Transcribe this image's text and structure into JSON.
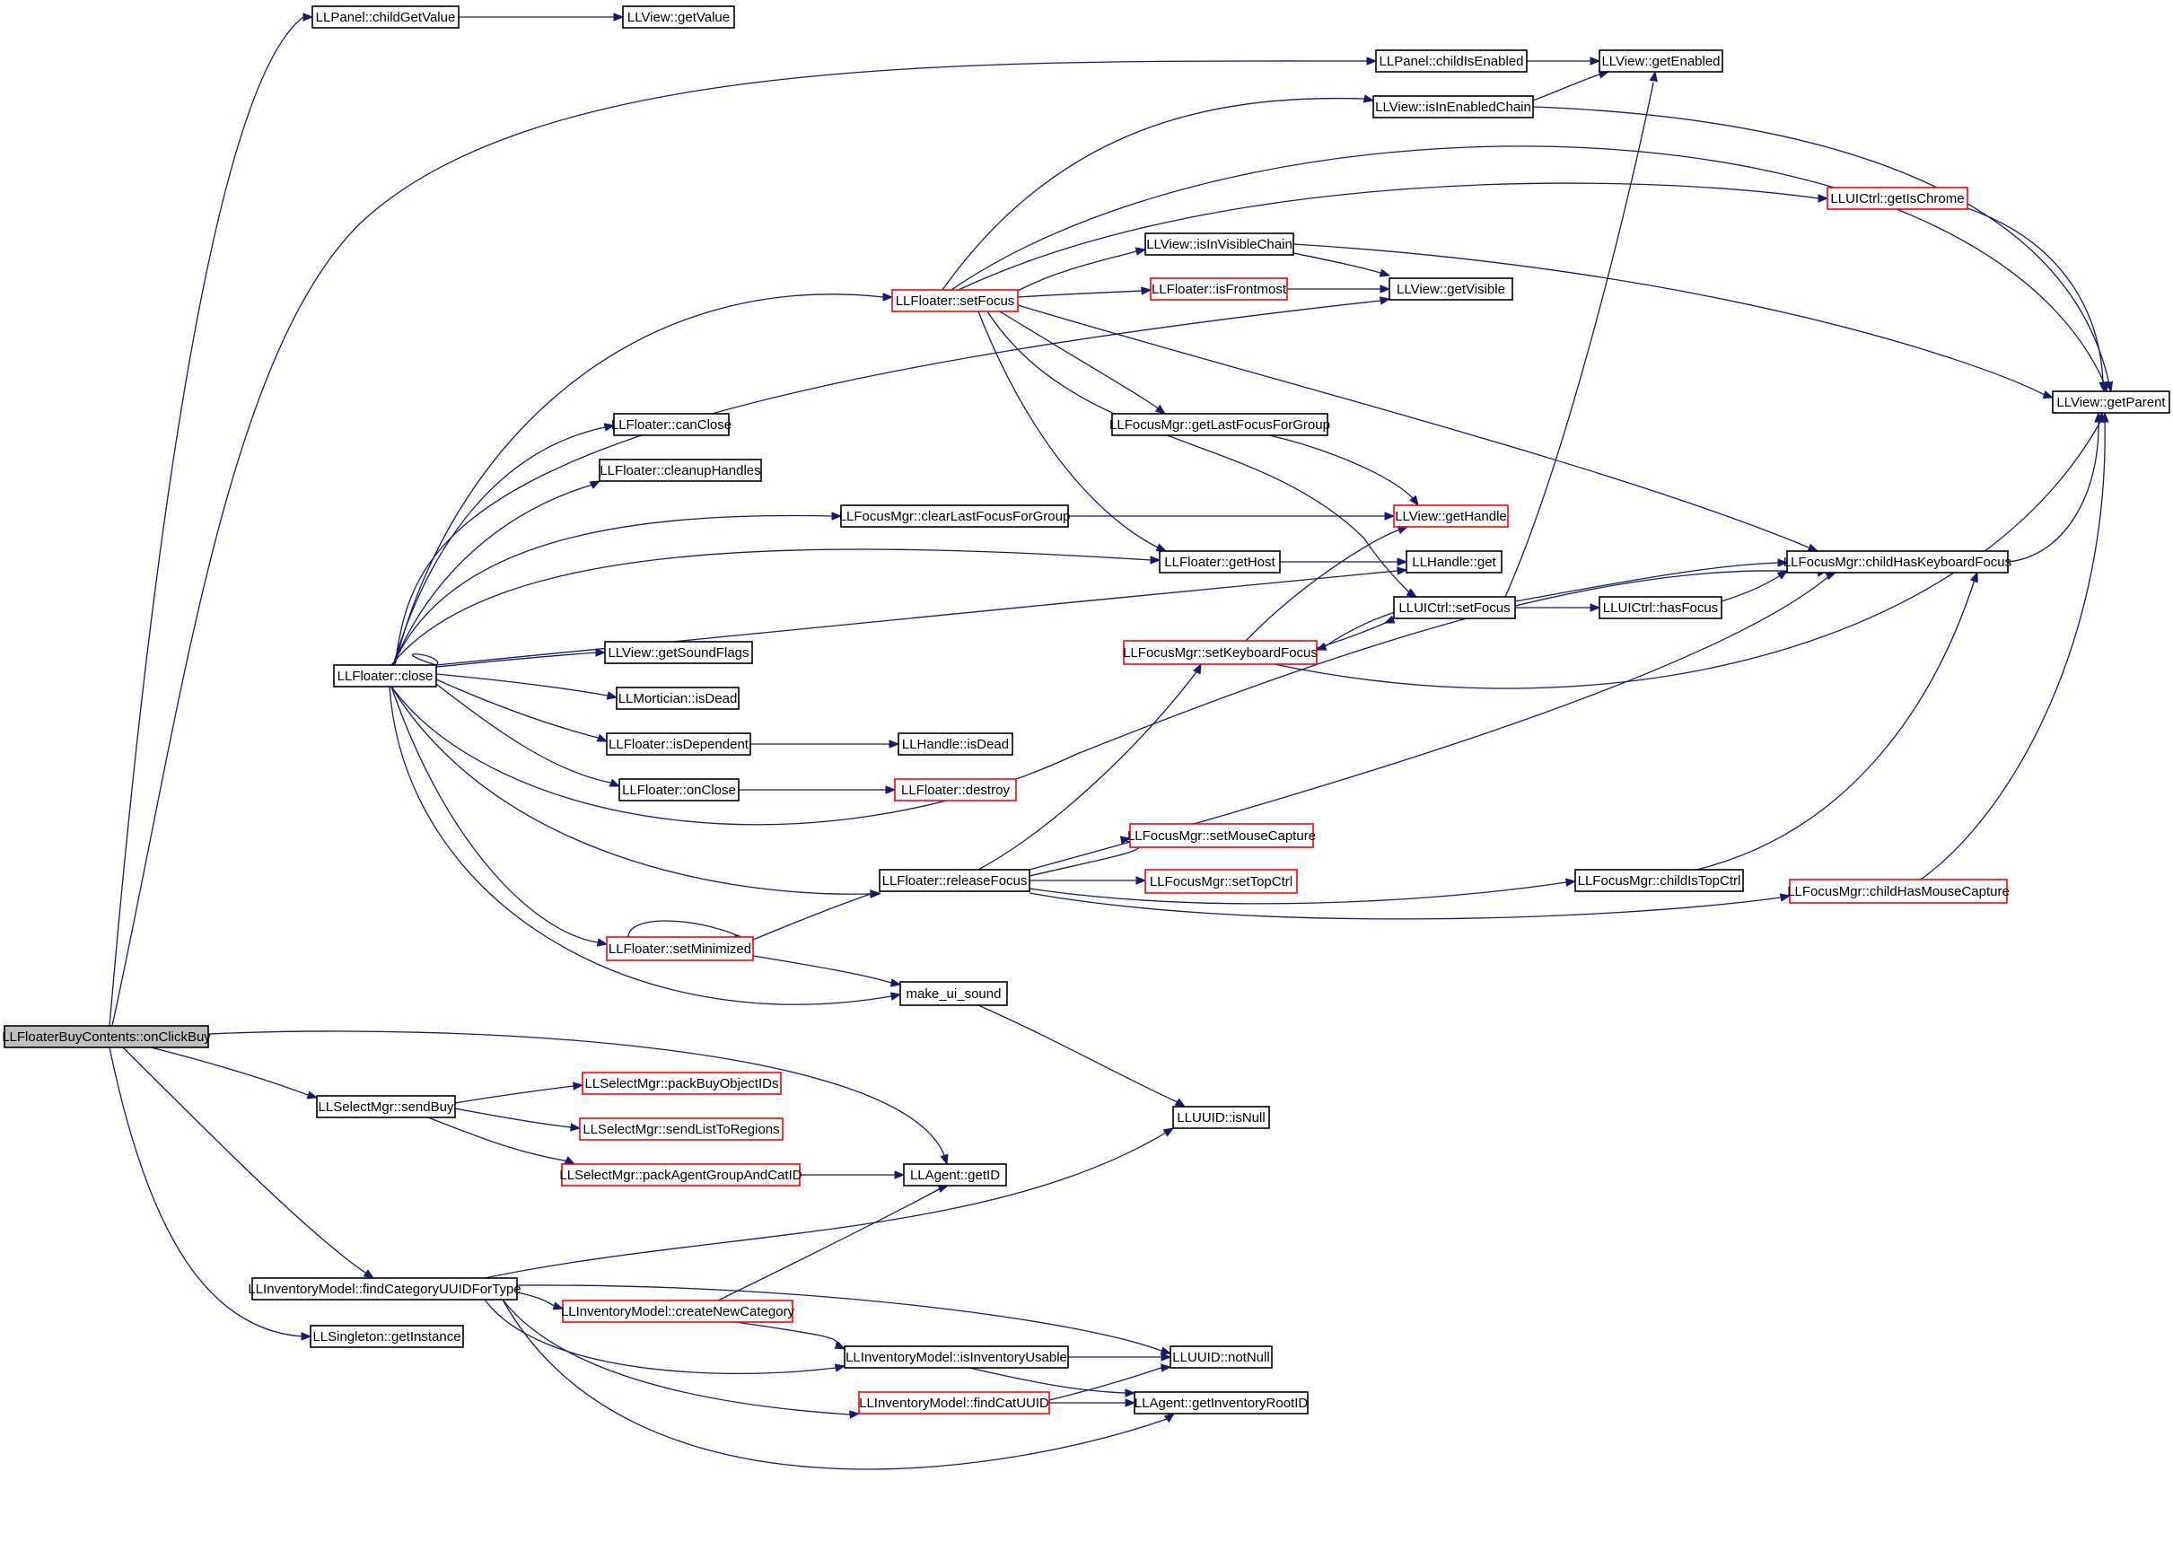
{
  "graph": {
    "colors": {
      "edge": "#191970",
      "border_normal": "#000000",
      "border_truncated": "#ff0000",
      "root_fill": "#bfbfbf",
      "node_fill": "#ffffff",
      "text": "#000000"
    },
    "nodes": [
      {
        "id": "onClickBuy",
        "label": "LLFloaterBuyContents::onClickBuy",
        "kind": "root"
      },
      {
        "id": "childGetValue",
        "label": "LLPanel::childGetValue",
        "kind": "normal"
      },
      {
        "id": "getValue",
        "label": "LLView::getValue",
        "kind": "normal"
      },
      {
        "id": "childIsEnabled",
        "label": "LLPanel::childIsEnabled",
        "kind": "normal"
      },
      {
        "id": "getEnabled",
        "label": "LLView::getEnabled",
        "kind": "normal"
      },
      {
        "id": "isInEnabledChain",
        "label": "LLView::isInEnabledChain",
        "kind": "normal"
      },
      {
        "id": "getIsChrome",
        "label": "LLUICtrl::getIsChrome",
        "kind": "truncated"
      },
      {
        "id": "isInVisibleChain",
        "label": "LLView::isInVisibleChain",
        "kind": "normal"
      },
      {
        "id": "floaterSetFocus",
        "label": "LLFloater::setFocus",
        "kind": "truncated"
      },
      {
        "id": "isFrontmost",
        "label": "LLFloater::isFrontmost",
        "kind": "truncated"
      },
      {
        "id": "getVisible",
        "label": "LLView::getVisible",
        "kind": "normal"
      },
      {
        "id": "getParent",
        "label": "LLView::getParent",
        "kind": "normal"
      },
      {
        "id": "getLastFocusForGroup",
        "label": "LLFocusMgr::getLastFocusForGroup",
        "kind": "normal"
      },
      {
        "id": "canClose",
        "label": "LLFloater::canClose",
        "kind": "normal"
      },
      {
        "id": "cleanupHandles",
        "label": "LLFloater::cleanupHandles",
        "kind": "normal"
      },
      {
        "id": "clearLastFocusForGroup",
        "label": "LLFocusMgr::clearLastFocusForGroup",
        "kind": "normal"
      },
      {
        "id": "getHandle",
        "label": "LLView::getHandle",
        "kind": "truncated"
      },
      {
        "id": "getHost",
        "label": "LLFloater::getHost",
        "kind": "normal"
      },
      {
        "id": "handleGet",
        "label": "LLHandle::get",
        "kind": "normal"
      },
      {
        "id": "childHasKeyboardFocus",
        "label": "LLFocusMgr::childHasKeyboardFocus",
        "kind": "normal"
      },
      {
        "id": "uictrlSetFocus",
        "label": "LLUICtrl::setFocus",
        "kind": "normal"
      },
      {
        "id": "hasFocus",
        "label": "LLUICtrl::hasFocus",
        "kind": "normal"
      },
      {
        "id": "setKeyboardFocus",
        "label": "LLFocusMgr::setKeyboardFocus",
        "kind": "truncated"
      },
      {
        "id": "floaterClose",
        "label": "LLFloater::close",
        "kind": "normal"
      },
      {
        "id": "getSoundFlags",
        "label": "LLView::getSoundFlags",
        "kind": "normal"
      },
      {
        "id": "morticianIsDead",
        "label": "LLMortician::isDead",
        "kind": "normal"
      },
      {
        "id": "isDependent",
        "label": "LLFloater::isDependent",
        "kind": "normal"
      },
      {
        "id": "handleIsDead",
        "label": "LLHandle::isDead",
        "kind": "normal"
      },
      {
        "id": "onClose",
        "label": "LLFloater::onClose",
        "kind": "normal"
      },
      {
        "id": "destroy",
        "label": "LLFloater::destroy",
        "kind": "truncated"
      },
      {
        "id": "setMouseCapture",
        "label": "LLFocusMgr::setMouseCapture",
        "kind": "truncated"
      },
      {
        "id": "releaseFocus",
        "label": "LLFloater::releaseFocus",
        "kind": "normal"
      },
      {
        "id": "setTopCtrl",
        "label": "LLFocusMgr::setTopCtrl",
        "kind": "truncated"
      },
      {
        "id": "childIsTopCtrl",
        "label": "LLFocusMgr::childIsTopCtrl",
        "kind": "normal"
      },
      {
        "id": "childHasMouseCapture",
        "label": "LLFocusMgr::childHasMouseCapture",
        "kind": "truncated"
      },
      {
        "id": "setMinimized",
        "label": "LLFloater::setMinimized",
        "kind": "truncated"
      },
      {
        "id": "makeUiSound",
        "label": "make_ui_sound",
        "kind": "normal"
      },
      {
        "id": "sendBuy",
        "label": "LLSelectMgr::sendBuy",
        "kind": "normal"
      },
      {
        "id": "packBuyObjectIDs",
        "label": "LLSelectMgr::packBuyObjectIDs",
        "kind": "truncated"
      },
      {
        "id": "sendListToRegions",
        "label": "LLSelectMgr::sendListToRegions",
        "kind": "truncated"
      },
      {
        "id": "packAgentGroupAndCatID",
        "label": "LLSelectMgr::packAgentGroupAndCatID",
        "kind": "truncated"
      },
      {
        "id": "isNull",
        "label": "LLUUID::isNull",
        "kind": "normal"
      },
      {
        "id": "getID",
        "label": "LLAgent::getID",
        "kind": "normal"
      },
      {
        "id": "findCategoryUUIDForType",
        "label": "LLInventoryModel::findCategoryUUIDForType",
        "kind": "normal"
      },
      {
        "id": "createNewCategory",
        "label": "LLInventoryModel::createNewCategory",
        "kind": "truncated"
      },
      {
        "id": "getInstance",
        "label": "LLSingleton::getInstance",
        "kind": "normal"
      },
      {
        "id": "isInventoryUsable",
        "label": "LLInventoryModel::isInventoryUsable",
        "kind": "normal"
      },
      {
        "id": "notNull",
        "label": "LLUUID::notNull",
        "kind": "normal"
      },
      {
        "id": "findCatUUID",
        "label": "LLInventoryModel::findCatUUID",
        "kind": "truncated"
      },
      {
        "id": "getInventoryRootID",
        "label": "LLAgent::getInventoryRootID",
        "kind": "normal"
      }
    ]
  }
}
